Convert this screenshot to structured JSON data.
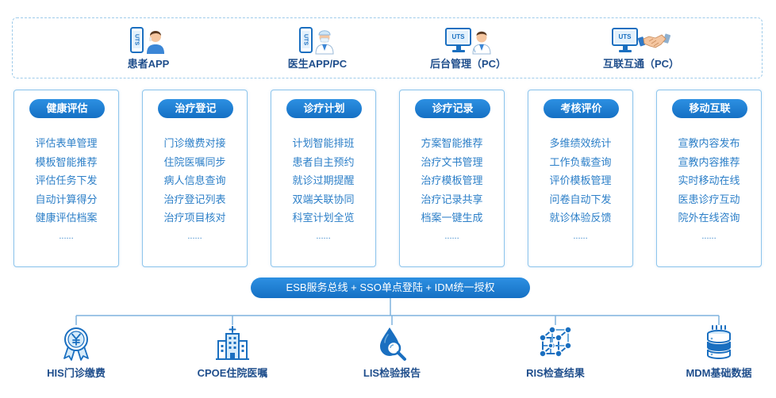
{
  "top_bar": {
    "brand": "UTS",
    "items": [
      {
        "label": "患者APP",
        "icon": "phone-patient-icon"
      },
      {
        "label": "医生APP/PC",
        "icon": "phone-doctor-icon"
      },
      {
        "label": "后台管理（PC）",
        "icon": "monitor-doctor-icon"
      },
      {
        "label": "互联互通（PC）",
        "icon": "monitor-handshake-icon"
      }
    ]
  },
  "modules": [
    {
      "title": "健康评估",
      "items": [
        "评估表单管理",
        "模板智能推荐",
        "评估任务下发",
        "自动计算得分",
        "健康评估档案"
      ],
      "more": "......"
    },
    {
      "title": "治疗登记",
      "items": [
        "门诊缴费对接",
        "住院医嘱同步",
        "病人信息查询",
        "治疗登记列表",
        "治疗项目核对"
      ],
      "more": "......"
    },
    {
      "title": "诊疗计划",
      "items": [
        "计划智能排班",
        "患者自主预约",
        "就诊过期提醒",
        "双端关联协同",
        "科室计划全览"
      ],
      "more": "......"
    },
    {
      "title": "诊疗记录",
      "items": [
        "方案智能推荐",
        "治疗文书管理",
        "治疗模板管理",
        "治疗记录共享",
        "档案一键生成"
      ],
      "more": "......"
    },
    {
      "title": "考核评价",
      "items": [
        "多维绩效统计",
        "工作负载查询",
        "评价模板管理",
        "问卷自动下发",
        "就诊体验反馈"
      ],
      "more": "......"
    },
    {
      "title": "移动互联",
      "items": [
        "宣教内容发布",
        "宣教内容推荐",
        "实时移动在线",
        "医患诊疗互动",
        "院外在线咨询"
      ],
      "more": "......"
    }
  ],
  "bus": {
    "label": "ESB服务总线 + SSO单点登陆 + IDM统一授权"
  },
  "systems": [
    {
      "label": "HIS门诊缴费",
      "icon": "yuan-badge-icon"
    },
    {
      "label": "CPOE住院医嘱",
      "icon": "hospital-building-icon"
    },
    {
      "label": "LIS检验报告",
      "icon": "lab-drop-magnifier-icon"
    },
    {
      "label": "RIS检查结果",
      "icon": "network-cube-icon"
    },
    {
      "label": "MDM基础数据",
      "icon": "database-stack-icon"
    }
  ],
  "colors": {
    "accent": "#1a7fd0",
    "card_border": "#8ec5ec",
    "item_text": "#2c7fc8",
    "label_text": "#1f4e8c",
    "icon_stroke": "#1a6fc0"
  }
}
